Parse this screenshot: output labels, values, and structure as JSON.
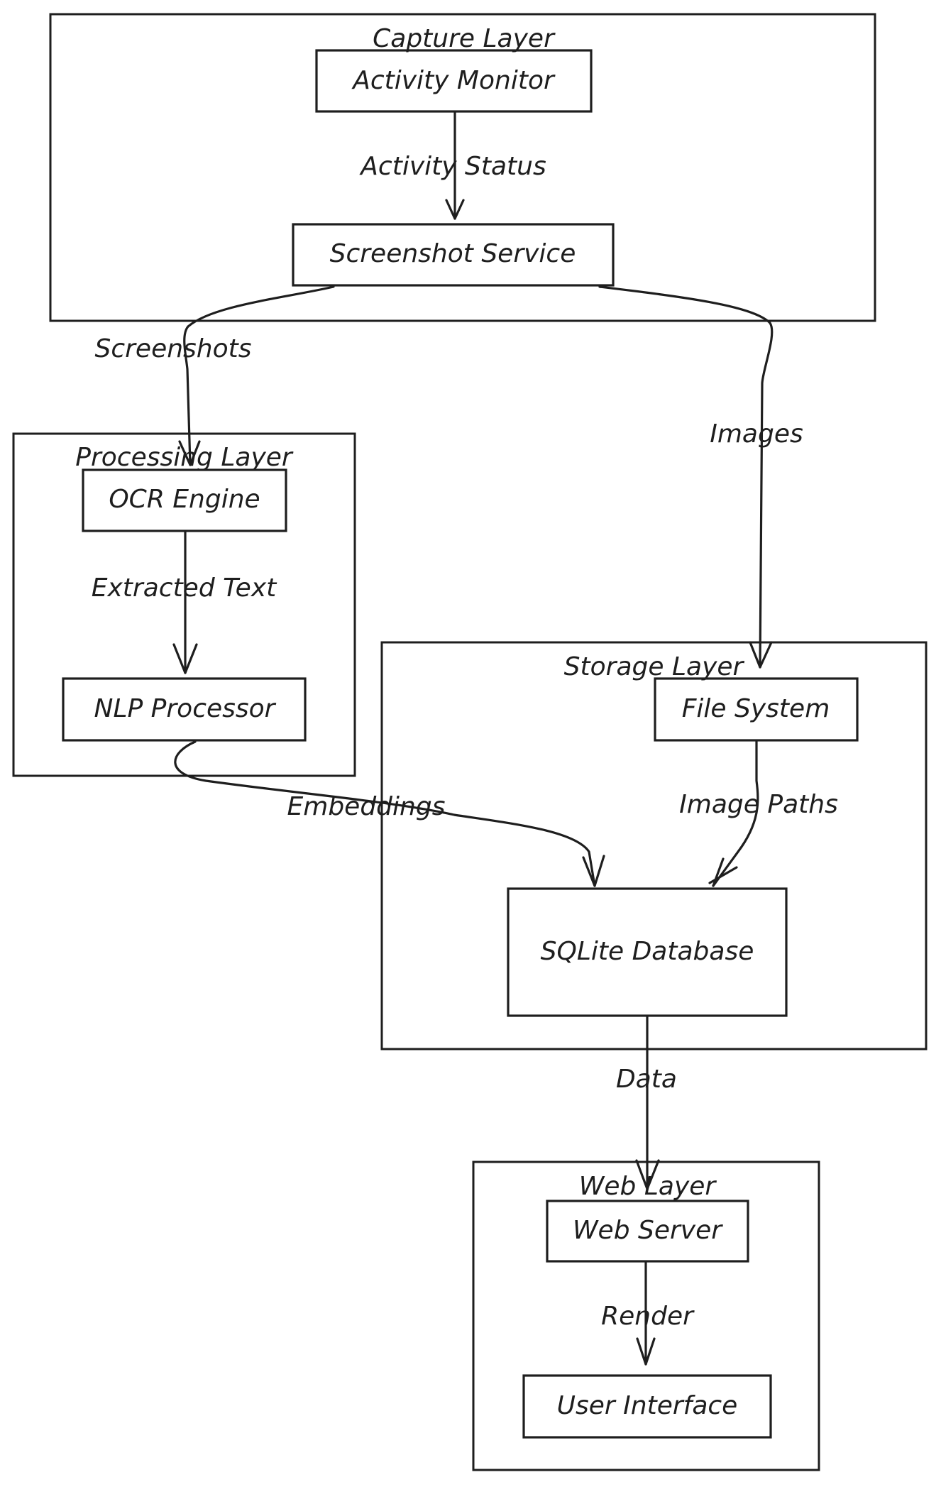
{
  "groups": {
    "capture": {
      "label": "Capture Layer"
    },
    "processing": {
      "label": "Processing Layer"
    },
    "storage": {
      "label": "Storage Layer"
    },
    "web": {
      "label": "Web Layer"
    }
  },
  "nodes": {
    "activity_monitor": {
      "label": "Activity Monitor"
    },
    "screenshot_service": {
      "label": "Screenshot Service"
    },
    "ocr_engine": {
      "label": "OCR Engine"
    },
    "nlp_processor": {
      "label": "NLP Processor"
    },
    "file_system": {
      "label": "File System"
    },
    "sqlite_database": {
      "label": "SQLite Database"
    },
    "web_server": {
      "label": "Web Server"
    },
    "user_interface": {
      "label": "User Interface"
    }
  },
  "edges": {
    "activity_status": {
      "label": "Activity Status",
      "from": "Activity Monitor",
      "to": "Screenshot Service"
    },
    "screenshots": {
      "label": "Screenshots",
      "from": "Screenshot Service",
      "to": "OCR Engine"
    },
    "images": {
      "label": "Images",
      "from": "Screenshot Service",
      "to": "File System"
    },
    "extracted_text": {
      "label": "Extracted Text",
      "from": "OCR Engine",
      "to": "NLP Processor"
    },
    "embeddings": {
      "label": "Embeddings",
      "from": "NLP Processor",
      "to": "SQLite Database"
    },
    "image_paths": {
      "label": "Image Paths",
      "from": "File System",
      "to": "SQLite Database"
    },
    "data": {
      "label": "Data",
      "from": "SQLite Database",
      "to": "Web Server"
    },
    "render": {
      "label": "Render",
      "from": "Web Server",
      "to": "User Interface"
    }
  }
}
